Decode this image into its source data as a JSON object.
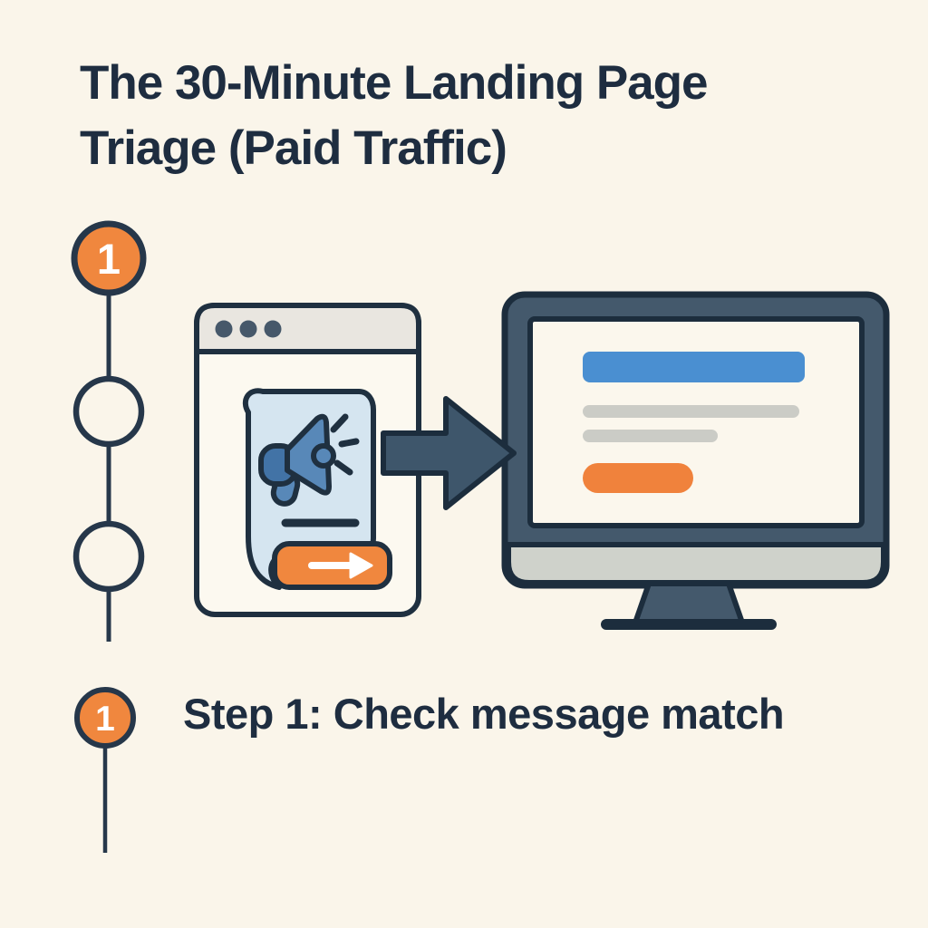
{
  "header": {
    "title": "The 30-Minute Landing Page Triage (Paid Traffic)"
  },
  "timeline": {
    "steps": [
      {
        "number": "1",
        "state": "active"
      },
      {
        "number": "",
        "state": "upcoming"
      },
      {
        "number": "",
        "state": "upcoming"
      }
    ]
  },
  "callout": {
    "badge_number": "1",
    "label": "Step 1: Check message match"
  },
  "illustration": {
    "ad_window": {
      "icon": "megaphone-ad-icon",
      "window_dots": 3,
      "cta_icon": "right-arrow-icon"
    },
    "flow_arrow": "right-arrow-icon",
    "monitor": {
      "icon": "landing-page-monitor",
      "screen_elements": [
        "headline-bar",
        "text-line",
        "text-line-short",
        "cta-pill"
      ]
    }
  },
  "colors": {
    "background": "#FAF5EA",
    "ink": "#1F3040",
    "orange": "#F0873E",
    "blue": "#4A8FD1",
    "slate": "#44596C",
    "light_blue": "#D5E5F0",
    "gray_line": "#CBCCC6",
    "panel": "#FCF9F0"
  }
}
